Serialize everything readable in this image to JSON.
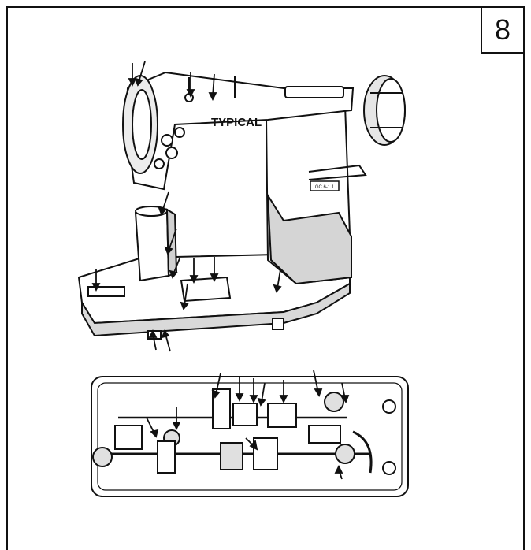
{
  "page": {
    "number": "8"
  },
  "machine": {
    "brand_label": "TYPICAL",
    "model_plate": "GC 6-1 1"
  },
  "colors": {
    "ink": "#111111",
    "paper": "#ffffff",
    "shade": "#cfcfcf"
  }
}
